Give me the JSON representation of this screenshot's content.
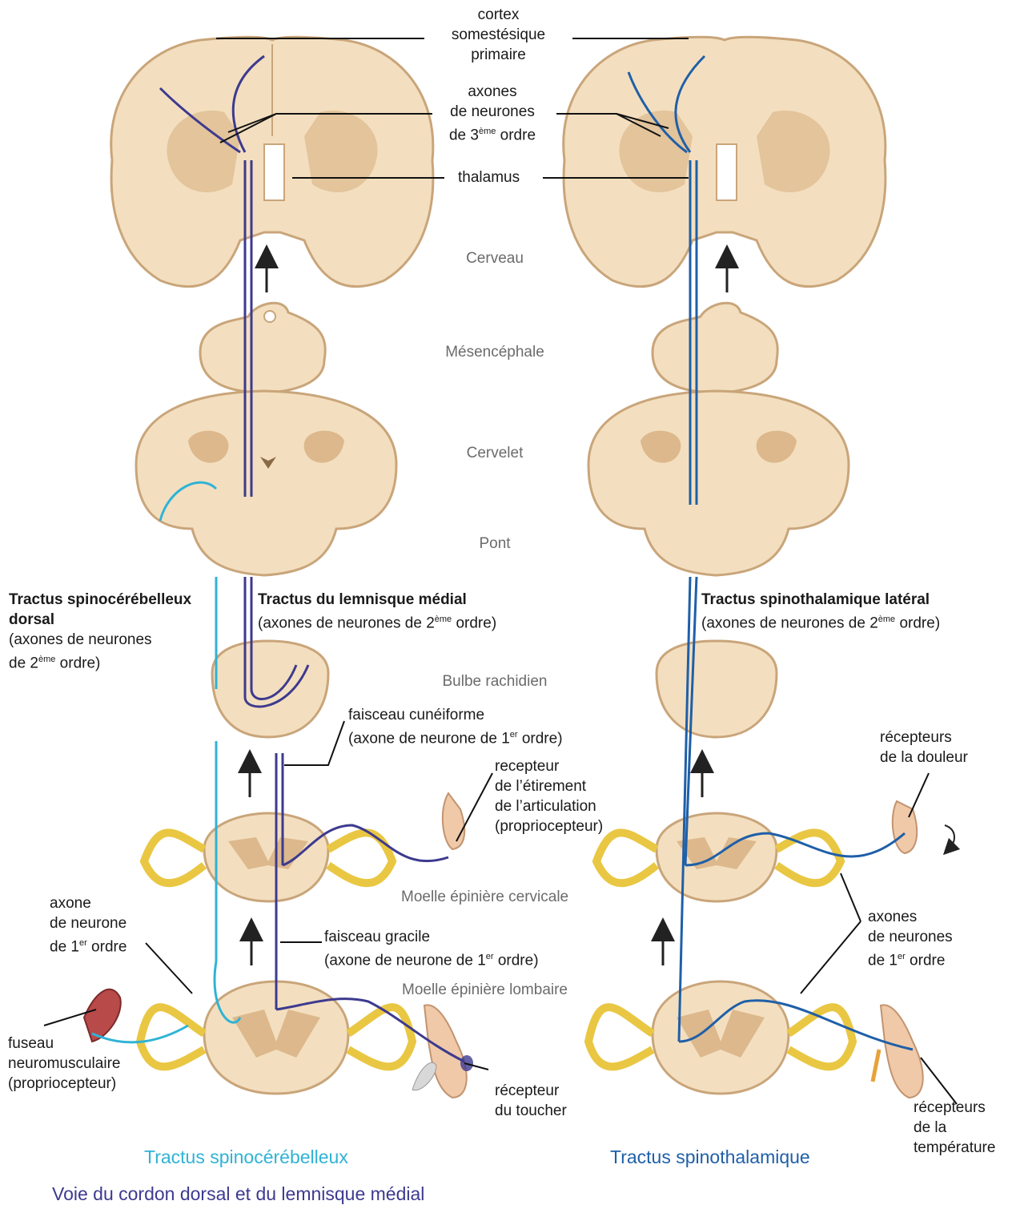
{
  "labels": {
    "cortex_l1": "cortex",
    "cortex_l2": "somestésique",
    "cortex_l3": "primaire",
    "axones3_l1": "axones",
    "axones3_l2": "de neurones",
    "axones3_pre": "de 3",
    "axones3_sup": "ème",
    "axones3_post": " ordre",
    "thalamus": "thalamus",
    "cerveau": "Cerveau",
    "mesencephale": "Mésencéphale",
    "cervelet": "Cervelet",
    "pont": "Pont",
    "bulbe": "Bulbe rachidien",
    "moelle_cervicale": "Moelle épinière cervicale",
    "moelle_lombaire": "Moelle épinière lombaire",
    "scd_title_l1": "Tractus spinocérébelleux",
    "scd_title_l2": "dorsal",
    "scd_sub_l1": "(axones de neurones",
    "scd_sub_pre": "de 2",
    "scd_sub_sup": "ème",
    "scd_sub_post": " ordre)",
    "lm_title": "Tractus du lemnisque médial",
    "lm_sub_pre": "(axones de neurones de 2",
    "lm_sub_sup": "ème",
    "lm_sub_post": " ordre)",
    "stl_title": "Tractus spinothalamique latéral",
    "stl_sub_pre": "(axones de neurones de 2",
    "stl_sub_sup": "ème",
    "stl_sub_post": " ordre)",
    "fc_l1": "faisceau cunéiforme",
    "fc_pre": "(axone de neurone de 1",
    "fc_sup": "er",
    "fc_post": " ordre)",
    "rec_l1": "recepteur",
    "rec_l2": "de l’étirement",
    "rec_l3": "de l’articulation",
    "rec_l4": "(propriocepteur)",
    "douleur_l1": "récepteurs",
    "douleur_l2": "de la douleur",
    "ax1_l1": "axone",
    "ax1_l2": "de neurone",
    "ax1_pre": "de 1",
    "ax1_sup": "er",
    "ax1_post": " ordre",
    "fg_l1": "faisceau gracile",
    "fg_pre": "(axone de neurone de 1",
    "fg_sup": "er",
    "fg_post": " ordre)",
    "axr_l1": "axones",
    "axr_l2": "de neurones",
    "axr_pre": "de 1",
    "axr_sup": "er",
    "axr_post": " ordre",
    "fuseau_l1": "fuseau",
    "fuseau_l2": "neuromusculaire",
    "fuseau_l3": "(propriocepteur)",
    "toucher_l1": "récepteur",
    "toucher_l2": "du toucher",
    "temp_l1": "récepteurs",
    "temp_l2": "de la",
    "temp_l3": "température"
  },
  "captions": {
    "spinocerebelleux": "Tractus spinocérébelleux",
    "spinothalamique": "Tractus spinothalamique",
    "cordon_dorsal": "Voie du cordon dorsal et du lemnisque médial"
  },
  "colors": {
    "tissue": "#f3dfbf",
    "tissue_edge": "#c9a57a",
    "grey_matter": "#dcb88c",
    "nerve": "#e9c743",
    "lemniscus": "#3d3a8f",
    "spinocerebellar": "#2fb3d6",
    "spinothalamic": "#1f5fa8",
    "caption_blue": "#1f5fa8",
    "caption_cyan": "#2fb3d6",
    "caption_purple": "#3d3a8f"
  }
}
